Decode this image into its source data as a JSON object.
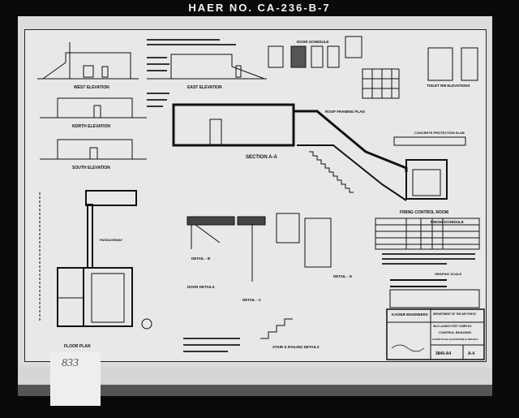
{
  "header": {
    "haer_number": "HAER NO. CA-236-B-7"
  },
  "labels": {
    "west_elevation": "WEST ELEVATION",
    "east_elevation": "EAST ELEVATION",
    "north_elevation": "NORTH ELEVATION",
    "south_elevation": "SOUTH ELEVATION",
    "section": "SECTION A-A",
    "door_schedule": "DOOR SCHEDULE",
    "roof_framing_plan": "ROOF FRAMING PLAN",
    "toilet_room_elevations": "TOILET RM ELEVATIONS",
    "concrete_protection_slab": "CONCRETE PROTECTION SLAB",
    "firing_control_room": "FIRING CONTROL ROOM",
    "finish_schedule": "FINISH SCHEDULE",
    "passageway": "PASSAGEWAY",
    "floor_plan": "FLOOR PLAN",
    "detail_b": "DETAIL - B",
    "detail_c": "DETAIL - C",
    "detail_d": "DETAIL - D",
    "door_details": "DOOR DETAILS",
    "stair_details": "STAIR & RAILING DETAILS",
    "graphic_scale": "GRAPHIC SCALE"
  },
  "title_block": {
    "firm": "KAISER ENGINEERS",
    "agency": "DEPARTMENT OF THE AIR FORCE",
    "project": "SILO LAUNCH TEST COMPLEX",
    "title_line1": "CONTROL BUILDING",
    "title_line2": "FLOOR PLAN, ELEVATIONS & DETAILS",
    "drawing_number": "3840-A4",
    "sheet": "A-4"
  },
  "card_number": "833"
}
